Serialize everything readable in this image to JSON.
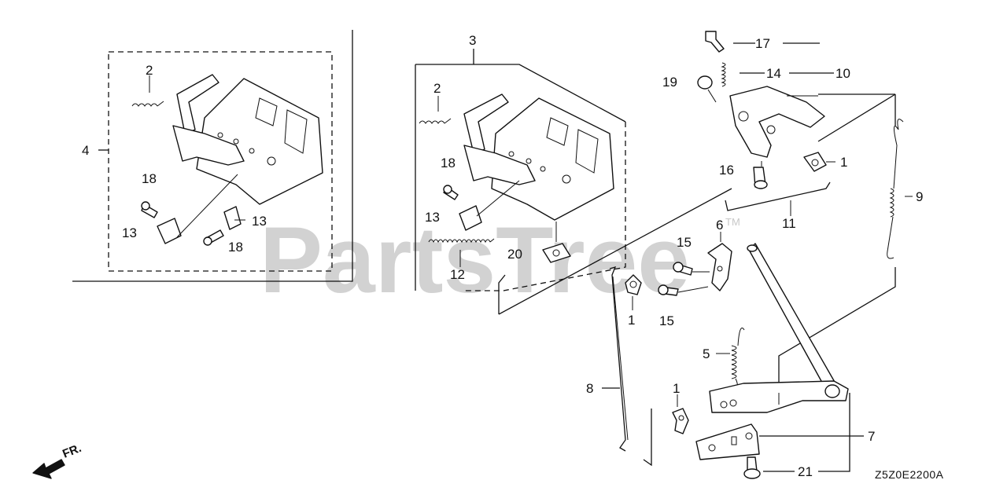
{
  "diagram": {
    "watermark": "PartsTree",
    "trademark": "TM",
    "direction_label": "FR.",
    "figure_code": "Z5Z0E2200A",
    "callouts": {
      "c1a": "1",
      "c1b": "1",
      "c1c": "1",
      "c2a": "2",
      "c2b": "2",
      "c3": "3",
      "c4": "4",
      "c5": "5",
      "c6": "6",
      "c7": "7",
      "c8": "8",
      "c9": "9",
      "c10": "10",
      "c11": "11",
      "c12": "12",
      "c13a": "13",
      "c13b": "13",
      "c13c": "13",
      "c14": "14",
      "c15a": "15",
      "c15b": "15",
      "c16": "16",
      "c17": "17",
      "c18a": "18",
      "c18b": "18",
      "c18c": "18",
      "c19": "19",
      "c20": "20",
      "c21": "21"
    }
  }
}
